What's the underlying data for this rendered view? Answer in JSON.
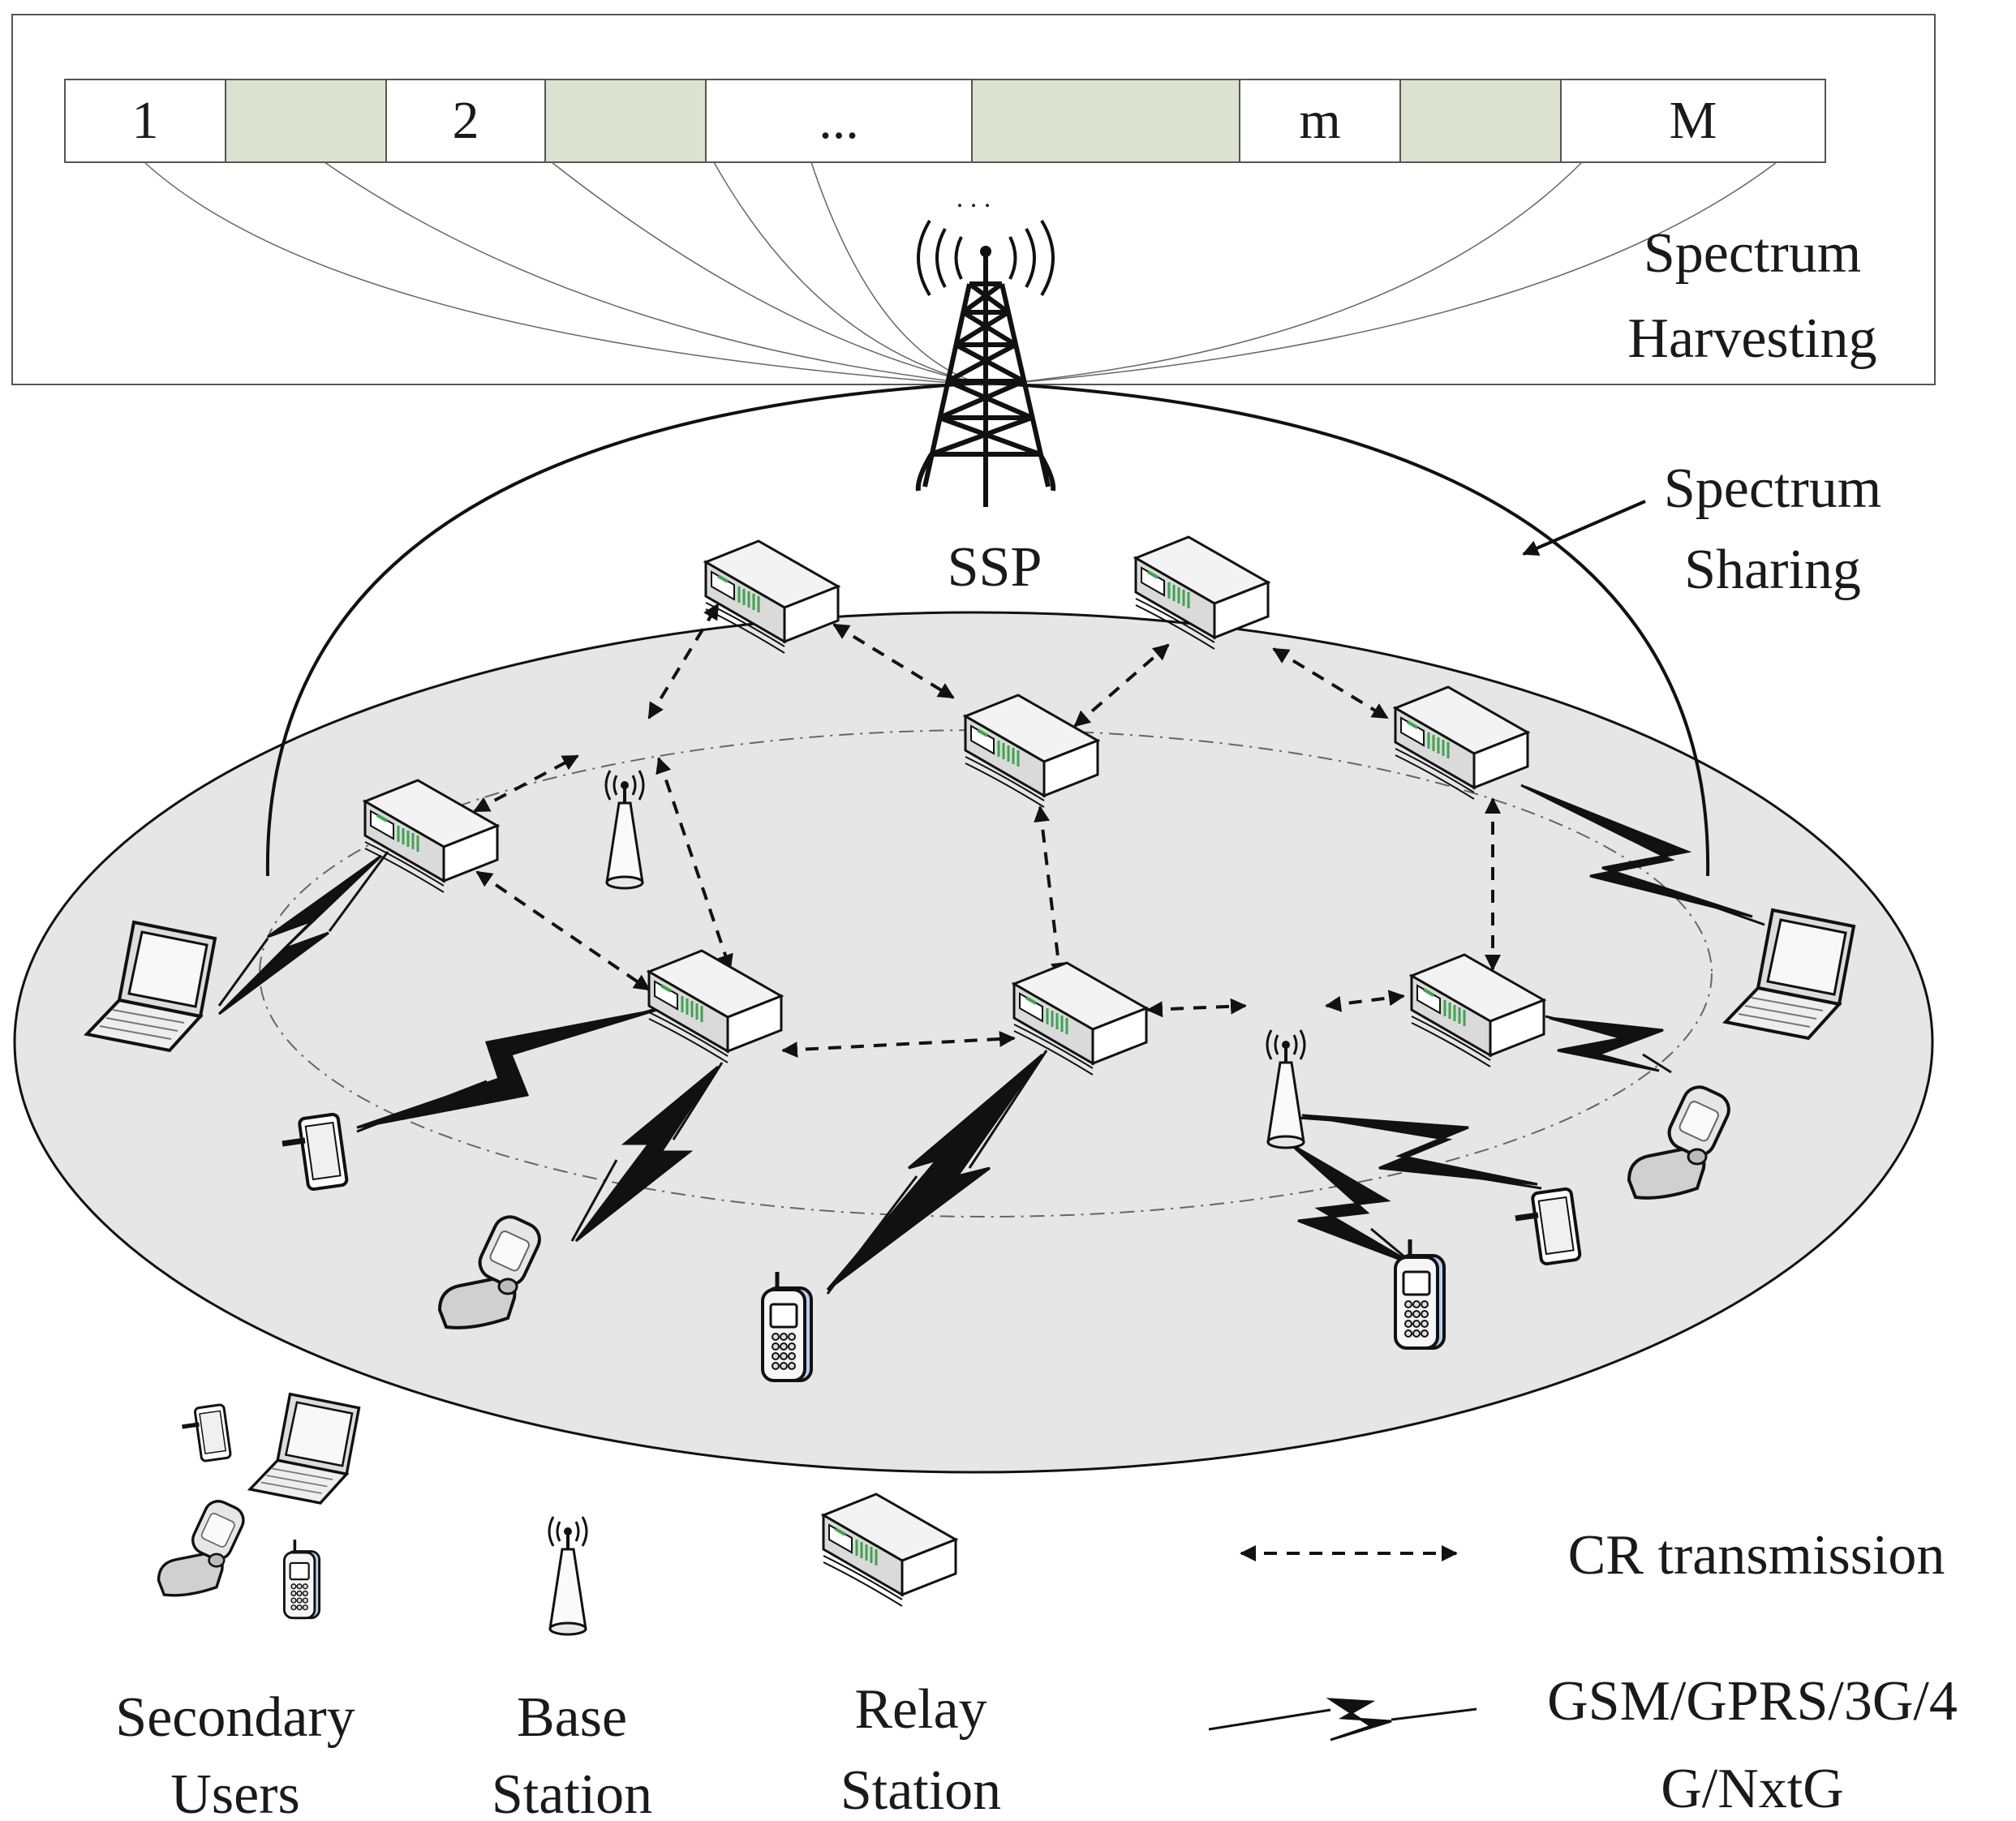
{
  "spectrum_bar": {
    "cells": [
      "1",
      "",
      "2",
      "",
      "...",
      "",
      "m",
      "",
      "M"
    ]
  },
  "tower": {
    "dots": ". . .",
    "label": "SSP"
  },
  "labels": {
    "spectrum_harvesting_1": "Spectrum",
    "spectrum_harvesting_2": "Harvesting",
    "spectrum_sharing_1": "Spectrum",
    "spectrum_sharing_2": "Sharing"
  },
  "legend": {
    "secondary_users_1": "Secondary",
    "secondary_users_2": "Users",
    "base_station_1": "Base",
    "base_station_2": "Station",
    "relay_station_1": "Relay",
    "relay_station_2": "Station",
    "cr_transmission": "CR transmission",
    "gsm_1": "GSM/GPRS/3G/4",
    "gsm_2": "G/NxtG"
  },
  "colors": {
    "spectrum_fill": "#dbe2d0",
    "coverage_fill": "#e6e6e6",
    "line": "#111111",
    "relay_led": "#3fa34d",
    "phone_screen": "#b8d0f0"
  }
}
